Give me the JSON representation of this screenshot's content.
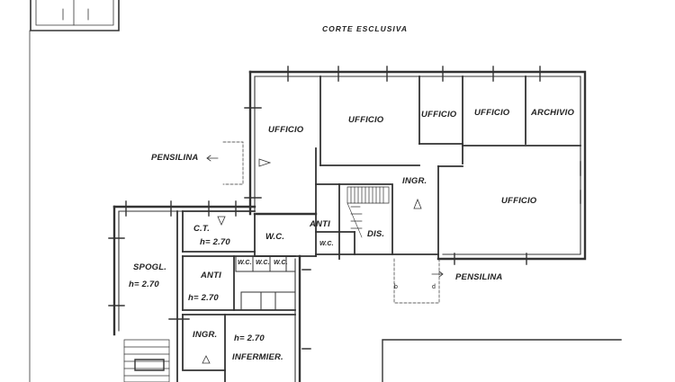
{
  "plan": {
    "courtyard": "CORTE ESCLUSIVA",
    "canopy_left": "PENSILINA",
    "canopy_right": "PENSILINA",
    "rooms": {
      "office_1": "UFFICIO",
      "office_2": "UFFICIO",
      "office_3": "UFFICIO",
      "office_4": "UFFICIO",
      "archive": "ARCHIVIO",
      "office_large": "UFFICIO",
      "entrance_main": "INGR.",
      "anti_1": "ANTI",
      "wc_1": "W.C.",
      "wc_2": "W.C.",
      "dis": "DIS.",
      "ct": "C.T.",
      "ct_height": "h= 2.70",
      "spogl": "SPOGL.",
      "spogl_height": "h= 2.70",
      "anti_2": "ANTI",
      "anti_2_height": "h= 2.70",
      "wc_small_1": "W.C.",
      "wc_small_2": "W.C.",
      "wc_small_3": "W.C.",
      "entrance_lower": "INGR.",
      "infermier_height": "h= 2.70",
      "infermier": "INFERMIER."
    },
    "canopy_marks": [
      "b",
      "d"
    ]
  }
}
